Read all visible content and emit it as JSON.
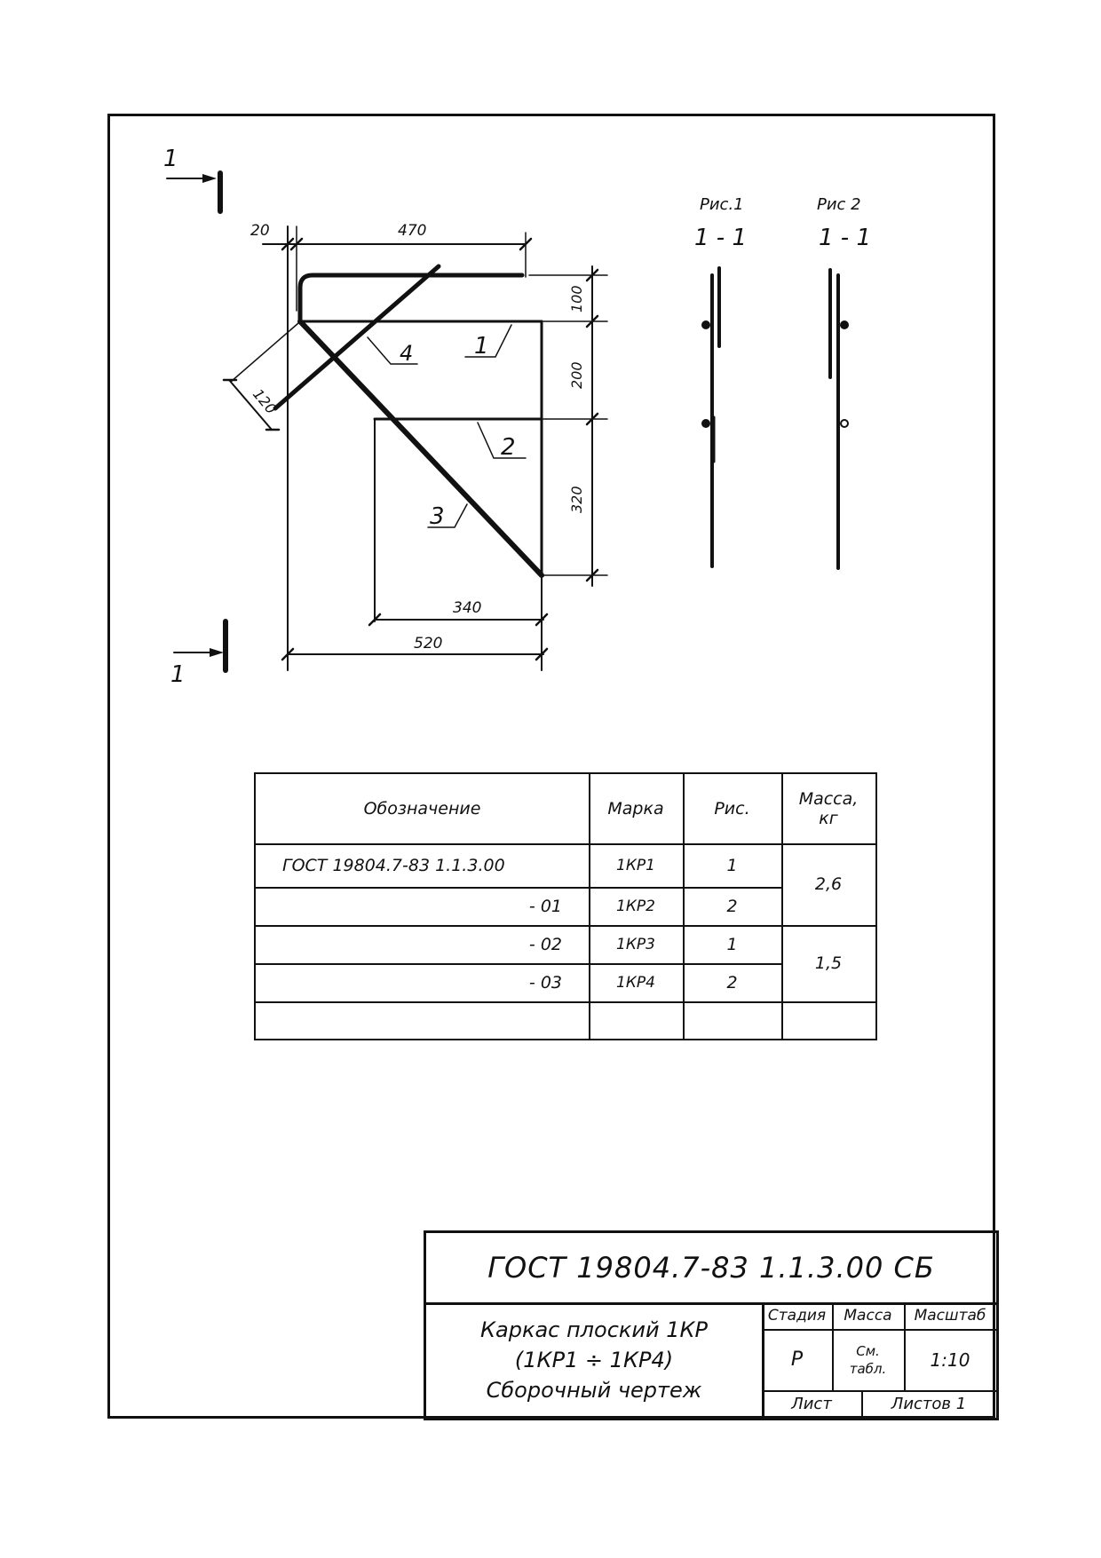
{
  "drawing": {
    "section_top": "1",
    "section_bottom": "1",
    "dims": {
      "d20": "20",
      "d470": "470",
      "d100": "100",
      "d200": "200",
      "d320": "320",
      "d120": "120",
      "d340": "340",
      "d520": "520"
    },
    "positions": {
      "p1": "1",
      "p2": "2",
      "p3": "3",
      "p4": "4"
    },
    "fig1_caption": "Рис.1",
    "fig1_section": "1 - 1",
    "fig2_caption": "Рис 2",
    "fig2_section": "1 - 1"
  },
  "table": {
    "headers": {
      "designation": "Обозначение",
      "mark": "Марка",
      "fig": "Рис.",
      "mass_line1": "Масса,",
      "mass_line2": "кг"
    },
    "rows": [
      {
        "designation": "ГОСТ  19804.7-83  1.1.3.00",
        "mark": "1КР1",
        "fig": "1"
      },
      {
        "designation": "- 01",
        "mark": "1КР2",
        "fig": "2"
      },
      {
        "designation": "- 02",
        "mark": "1КР3",
        "fig": "1"
      },
      {
        "designation": "- 03",
        "mark": "1КР4",
        "fig": "2"
      }
    ],
    "mass_group1": "2,6",
    "mass_group2": "1,5"
  },
  "title_block": {
    "code": "ГОСТ  19804.7-83   1.1.3.00  СБ",
    "name_line1": "Каркас  плоский  1КР",
    "name_line2": "(1КР1 ÷ 1КР4)",
    "name_line3": "Сборочный  чертеж",
    "stage_label": "Стадия",
    "mass_label": "Масса",
    "scale_label": "Масштаб",
    "stage_value": "Р",
    "mass_value_line1": "См.",
    "mass_value_line2": "табл.",
    "scale_value": "1:10",
    "sheet_label": "Лист",
    "sheets_label": "Листов 1"
  }
}
